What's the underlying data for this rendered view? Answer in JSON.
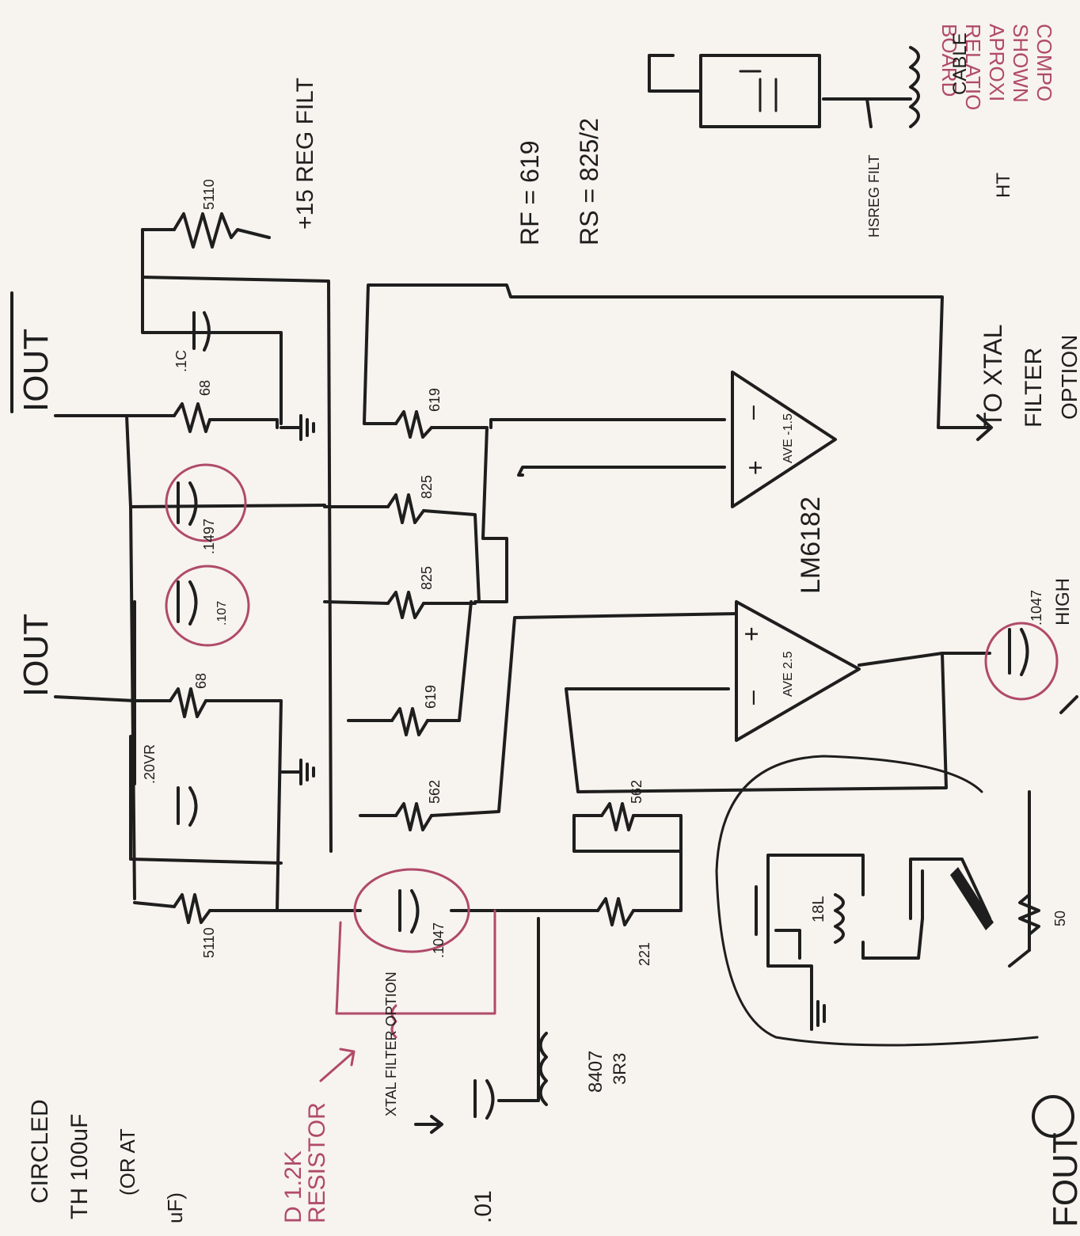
{
  "palette": {
    "ink": "#1e1e1e",
    "annotation": "#b04a6a",
    "paper": "#f7f3ee"
  },
  "notes": {
    "top_right": [
      "COMPO",
      "SHOWN",
      "APROXI",
      "RELATIO",
      "BOARD"
    ],
    "bottom_left": [
      "CIRCLED",
      "TH 100uF",
      "(OR AT",
      "uF)"
    ],
    "bottom_left_red": [
      "D 1.2K",
      "RESISTOR"
    ]
  },
  "labels": {
    "iout_bar": "IOUT",
    "iout": "IOUT",
    "fout": "FOUT",
    "reg_filt": "+15 REG FILT",
    "rf_eq": "RF = 619",
    "rs_eq": "RS = 825/2",
    "to_xtal": "TO XTAL",
    "filter": "FILTER",
    "option": "OPTION",
    "lm6182": "LM6182",
    "cable": "CABLE",
    "hs_reg_filt": "HSREG FILT",
    "ht": "HT",
    "xtal_filter_option": "XTAL FILTER OPTION",
    "ind_val": "8407",
    "ind_sub": "3R3",
    "cap_01": ".01",
    "ind_18l": "18L",
    "high": "HIGH"
  },
  "components": {
    "r_5110_top": "5110",
    "r_68": "68",
    "cap_dot1": ".1C",
    "r_619_top": "619",
    "r_825_a": "825",
    "r_825_b": "825",
    "cap_1497": ".1497",
    "cap_107": ".107",
    "r_68b": "68",
    "cap_20vr": ".20VR",
    "r_619_b": "619",
    "r_562_a": "562",
    "r_562_b": "562",
    "r_5110_bot": "5110",
    "cap_1047": ".1047",
    "r_221": "221",
    "cap_1047b": ".1047",
    "r_50": "50",
    "opamp_top_gain": "AVE -1.5",
    "opamp_bot_gain": "AVE 2.5"
  }
}
